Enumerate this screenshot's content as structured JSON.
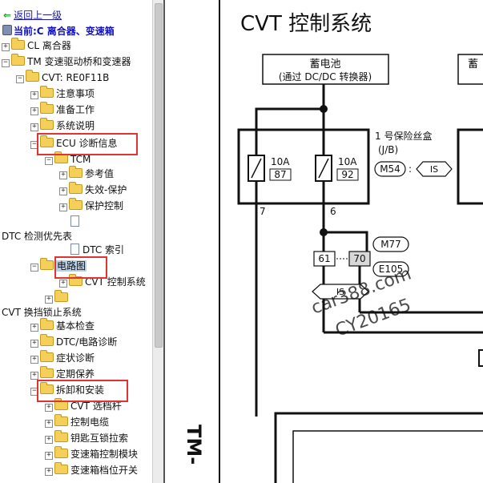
{
  "nav": {
    "back_label": "返回上一级",
    "current_label": "当前:C 离合器、变速箱"
  },
  "tree": [
    {
      "label": "CL 离合器"
    },
    {
      "label": "TM 变速驱动桥和变速器"
    },
    {
      "label": "CVT: RE0F11B"
    },
    {
      "label": "注意事项"
    },
    {
      "label": "准备工作"
    },
    {
      "label": "系统说明"
    },
    {
      "label": "ECU 诊断信息"
    },
    {
      "label": "TCM"
    },
    {
      "label": "参考值"
    },
    {
      "label": "失效-保护"
    },
    {
      "label": "保护控制"
    },
    {
      "label": ""
    },
    {
      "label": "DTC 检测优先表"
    },
    {
      "label": "DTC 索引"
    },
    {
      "label": "电路图"
    },
    {
      "label": "CVT 控制系统"
    },
    {
      "label": ""
    },
    {
      "label": "CVT 换挡锁止系统"
    },
    {
      "label": "基本检查"
    },
    {
      "label": "DTC/电路诊断"
    },
    {
      "label": "症状诊断"
    },
    {
      "label": "定期保养"
    },
    {
      "label": "拆卸和安装"
    },
    {
      "label": "CVT 选档杆"
    },
    {
      "label": "控制电缆"
    },
    {
      "label": "钥匙互锁拉索"
    },
    {
      "label": "变速箱控制模块"
    },
    {
      "label": "变速箱档位开关"
    }
  ],
  "diagram": {
    "title": "CVT 控制系统",
    "battery_line1": "蓄电池",
    "battery_line2": "(通过 DC/DC 转换器)",
    "battery2_partial": "蓄",
    "fuse_box_label": "1 号保险丝盒",
    "fuse_box_code": "(J/B)",
    "fuse1_amp": "10A",
    "fuse1_no": "87",
    "fuse2_amp": "10A",
    "fuse2_no": "92",
    "pin7": "7",
    "pin6": "6",
    "conn_m54": "M54",
    "conn_is": "IS",
    "conn_m77": "M77",
    "conn_e105": "E105",
    "term_61": "61",
    "term_70": "70",
    "is_tag": "IS",
    "side_label": "TM-",
    "watermark1": "car388.com",
    "watermark2": "CY20165"
  }
}
